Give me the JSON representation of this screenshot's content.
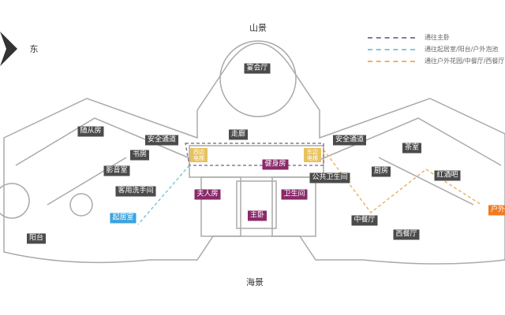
{
  "compass": {
    "label": "东"
  },
  "views": {
    "north": "山景",
    "south": "海景"
  },
  "legend": [
    {
      "label": "通往主卧",
      "color": "#8a7a9a"
    },
    {
      "label": "通往起居室/阳台/户外泡池",
      "color": "#7cc9d8"
    },
    {
      "label": "通往户外花园/中餐厅/西餐厅",
      "color": "#e8b56b"
    }
  ],
  "rooms": {
    "banquet": "宴会厅",
    "attendant": "随从房",
    "exit_west": "安全通道",
    "study": "书房",
    "theater": "影音室",
    "guest_wc": "客用洗手间",
    "living": "起居室",
    "balcony": "阳台",
    "corridor": "走廊",
    "west_elevator": "西边电梯",
    "east_elevator": "东边电梯",
    "gym": "健身房",
    "public_wc": "公共卫生间",
    "lady_room": "夫人房",
    "bathroom": "卫生间",
    "master": "主卧",
    "exit_east": "安全通道",
    "tea": "茶室",
    "kitchen": "厨房",
    "wine_bar": "红酒吧",
    "chinese_dining": "中餐厅",
    "western_dining": "西餐厅",
    "garden": "户外花园"
  }
}
